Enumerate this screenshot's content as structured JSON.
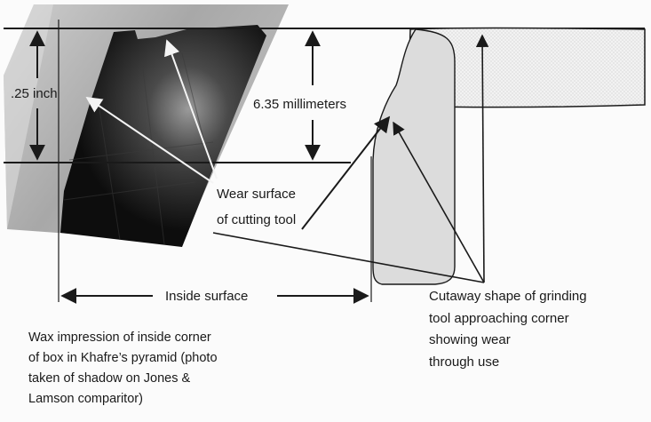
{
  "labels": {
    "inch": ".25 inch",
    "mm": "6.35 millimeters",
    "wear_line1": "Wear surface",
    "wear_line2": "of cutting tool",
    "inside_surface": "Inside surface",
    "cutaway_lines": [
      "Cutaway shape of grinding",
      "tool approaching corner",
      "showing wear",
      "through use"
    ],
    "caption_lines": [
      "Wax impression of inside corner",
      "of box in Khafre’s pyramid  (photo",
      "taken of shadow on Jones &",
      "Lamson comparitor)"
    ]
  },
  "colors": {
    "ink": "#1a1a1a",
    "impression_dark": "#0d0d0d",
    "tool_fill": "#dcdcdc"
  }
}
